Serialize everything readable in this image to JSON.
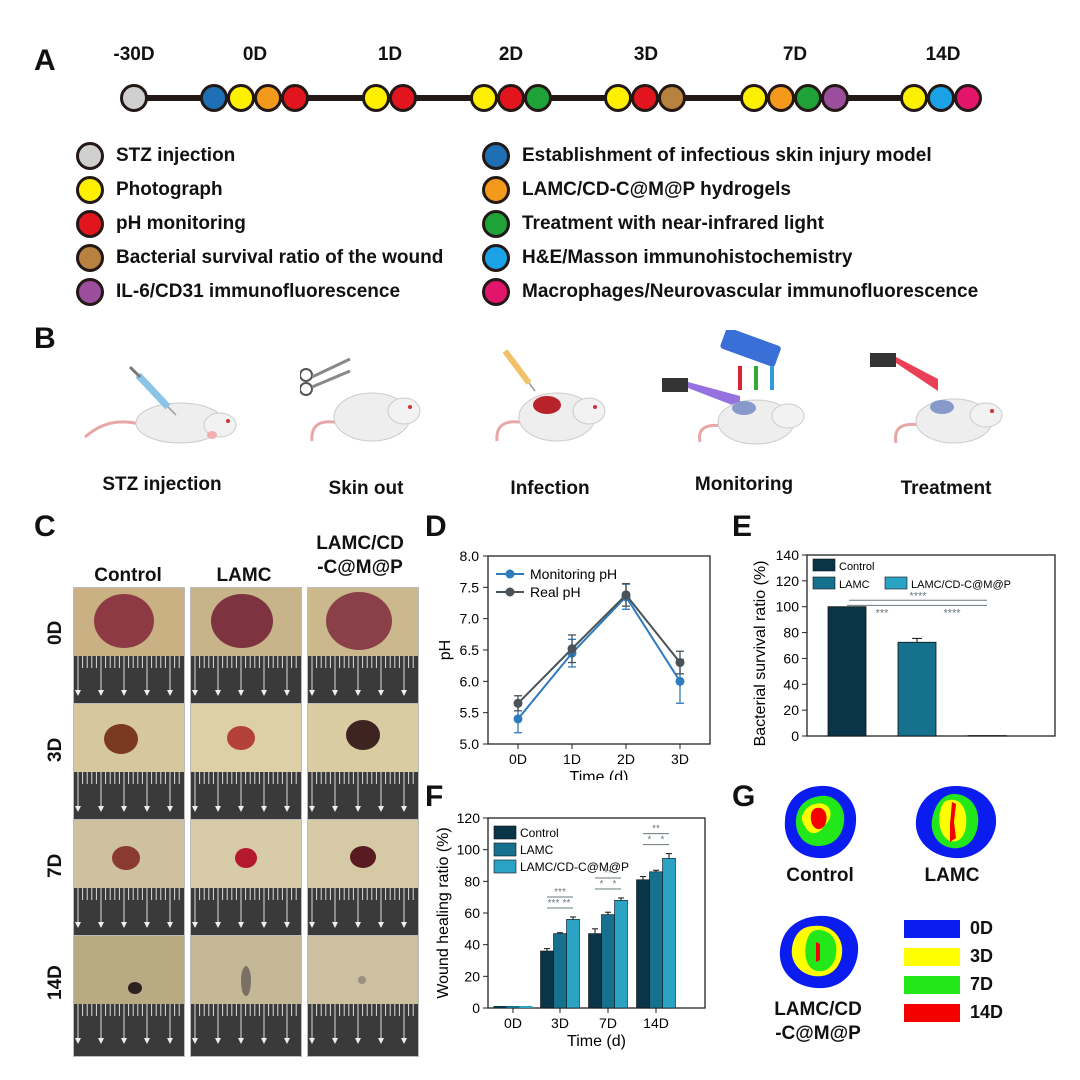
{
  "panels": {
    "a": "A",
    "b": "B",
    "c": "C",
    "d": "D",
    "e": "E",
    "f": "F",
    "g": "G"
  },
  "timeline": {
    "days": [
      "-30D",
      "0D",
      "1D",
      "2D",
      "3D",
      "7D",
      "14D"
    ],
    "groups": [
      [
        "grey"
      ],
      [
        "blue",
        "yellow",
        "orange",
        "red"
      ],
      [
        "yellow",
        "red"
      ],
      [
        "yellow",
        "red",
        "green"
      ],
      [
        "yellow",
        "red",
        "brown"
      ],
      [
        "yellow",
        "orange",
        "green",
        "purple"
      ],
      [
        "yellow",
        "cyan",
        "magenta"
      ]
    ]
  },
  "colors": {
    "grey": "#cfcfcf",
    "blue": "#1f6fb4",
    "yellow": "#fff000",
    "orange": "#f39a1d",
    "red": "#e2141d",
    "green": "#1fa339",
    "brown": "#b7813f",
    "cyan": "#1aa1e6",
    "purple": "#9b4e9c",
    "magenta": "#e3156b",
    "dark": "#0a3548",
    "mid": "#15718d",
    "light": "#2aa3c4",
    "line_blue": "#2f7bbf",
    "line_dark": "#4a5358"
  },
  "legend_left": [
    {
      "color": "grey",
      "label": "STZ injection"
    },
    {
      "color": "yellow",
      "label": "Photograph"
    },
    {
      "color": "red",
      "label": "pH monitoring"
    },
    {
      "color": "brown",
      "label": "Bacterial survival ratio of the wound"
    },
    {
      "color": "purple",
      "label": "IL-6/CD31 immunofluorescence"
    }
  ],
  "legend_right": [
    {
      "color": "blue",
      "label": "Establishment of infectious skin injury model"
    },
    {
      "color": "orange",
      "label": "LAMC/CD-C@M@P hydrogels"
    },
    {
      "color": "green",
      "label": "Treatment with near-infrared light"
    },
    {
      "color": "cyan",
      "label": "H&E/Masson immunohistochemistry"
    },
    {
      "color": "magenta",
      "label": "Macrophages/Neurovascular immunofluorescence"
    }
  ],
  "steps": [
    "STZ injection",
    "Skin out",
    "Infection",
    "Monitoring",
    "Treatment"
  ],
  "photos": {
    "headers": [
      "Control",
      "LAMC",
      "LAMC/CD\n-C@M@P"
    ],
    "rows": [
      "0D",
      "3D",
      "7D",
      "14D"
    ]
  },
  "chart_data": [
    {
      "id": "D",
      "type": "line",
      "x": [
        "0D",
        "1D",
        "2D",
        "3D"
      ],
      "xlabel": "Time (d)",
      "ylabel": "pH",
      "ylim": [
        5.0,
        8.0
      ],
      "yticks": [
        "5.0",
        "5.5",
        "6.0",
        "6.5",
        "7.0",
        "7.5",
        "8.0"
      ],
      "legend_position": "top-left",
      "series": [
        {
          "name": "Monitoring pH",
          "values": [
            5.4,
            6.45,
            7.35,
            6.0
          ],
          "errors": [
            0.22,
            0.22,
            0.2,
            0.35
          ],
          "color": "line_blue"
        },
        {
          "name": "Real pH",
          "values": [
            5.65,
            6.52,
            7.38,
            6.3
          ],
          "errors": [
            0.12,
            0.22,
            0.18,
            0.18
          ],
          "color": "line_dark"
        }
      ]
    },
    {
      "id": "E",
      "type": "bar",
      "categories": [
        "Control",
        "LAMC",
        "LAMC/CD-C@M@P"
      ],
      "series": [
        {
          "values": [
            100,
            72.5,
            0.3
          ],
          "errors": [
            0,
            3,
            0
          ]
        }
      ],
      "ylabel": "Bacterial survival ratio (%)",
      "ylim": [
        0,
        140
      ],
      "yticks": [
        "0",
        "20",
        "40",
        "60",
        "80",
        "100",
        "120",
        "140"
      ],
      "legend": [
        "Control",
        "LAMC",
        "LAMC/CD-C@M@P"
      ],
      "legend_position": "top",
      "significance": [
        {
          "from": 0,
          "to": 1,
          "label": "***"
        },
        {
          "from": 0,
          "to": 2,
          "label": "****"
        },
        {
          "from": 1,
          "to": 2,
          "label": "****"
        }
      ]
    },
    {
      "id": "F",
      "type": "bar",
      "categories": [
        "0D",
        "3D",
        "7D",
        "14D"
      ],
      "xlabel": "Time (d)",
      "ylabel": "Wound healing ratio (%)",
      "ylim": [
        0,
        120
      ],
      "yticks": [
        "0",
        "20",
        "40",
        "60",
        "80",
        "100",
        "120"
      ],
      "legend_position": "top-left",
      "series": [
        {
          "name": "Control",
          "values": [
            0,
            36,
            47,
            81
          ],
          "errors": [
            0,
            1.5,
            3,
            2
          ]
        },
        {
          "name": "LAMC",
          "values": [
            0,
            47,
            59,
            86
          ],
          "errors": [
            0,
            0.5,
            1.5,
            1
          ]
        },
        {
          "name": "LAMC/CD-C@M@P",
          "values": [
            0,
            56,
            68,
            94.5
          ],
          "errors": [
            0,
            1.5,
            1.5,
            3
          ]
        }
      ],
      "significance": [
        {
          "group": 1,
          "from": 0,
          "to": 1,
          "label": "***"
        },
        {
          "group": 1,
          "from": 1,
          "to": 2,
          "label": "**"
        },
        {
          "group": 1,
          "from": 0,
          "to": 2,
          "label": "***"
        },
        {
          "group": 2,
          "from": 0,
          "to": 1,
          "label": "*"
        },
        {
          "group": 2,
          "from": 1,
          "to": 2,
          "label": "*"
        },
        {
          "group": 2,
          "from": 0,
          "to": 2,
          "label": "**"
        },
        {
          "group": 3,
          "from": 0,
          "to": 1,
          "label": "*"
        },
        {
          "group": 3,
          "from": 1,
          "to": 2,
          "label": "*"
        },
        {
          "group": 3,
          "from": 0,
          "to": 2,
          "label": "**"
        }
      ]
    }
  ],
  "panel_g": {
    "labels": [
      "Control",
      "LAMC",
      "LAMC/CD\n-C@M@P"
    ],
    "legend": [
      {
        "label": "0D",
        "color": "#0b1cf0"
      },
      {
        "label": "3D",
        "color": "#ffff00"
      },
      {
        "label": "7D",
        "color": "#22e81a"
      },
      {
        "label": "14D",
        "color": "#f40000"
      }
    ]
  }
}
